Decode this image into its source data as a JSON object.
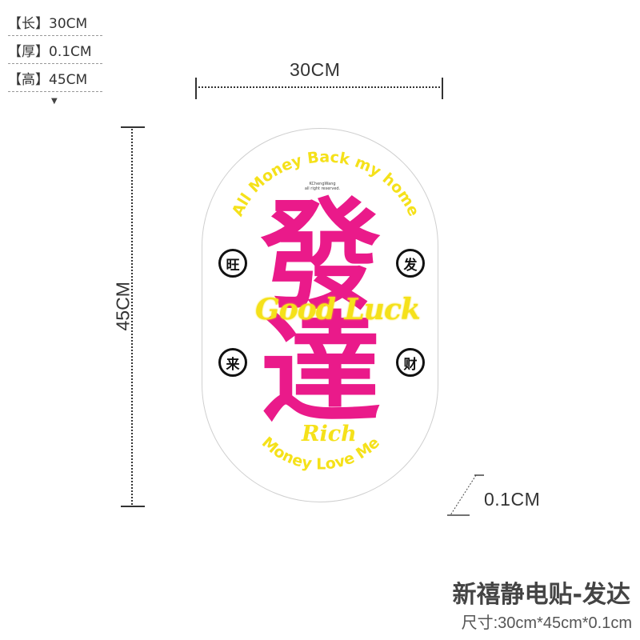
{
  "specs": [
    {
      "label": "【长】30CM"
    },
    {
      "label": "【厚】0.1CM"
    },
    {
      "label": "【高】45CM"
    }
  ],
  "spec_arrow": "▼",
  "dimensions": {
    "width": "30CM",
    "height": "45CM",
    "thickness": "0.1CM"
  },
  "sticker": {
    "top_arc": "All Money Back my home",
    "bottom_arc": "Money Love Me",
    "main_char_1": "發",
    "main_char_2": "達",
    "good_luck": "Good Luck",
    "rich": "Rich",
    "badges": {
      "top_left": "旺",
      "top_right": "发",
      "bottom_left": "来",
      "bottom_right": "财"
    },
    "copyright_line1": "KChengWang",
    "copyright_line2": "all right reserved.",
    "colors": {
      "pink": "#ea1a8a",
      "yellow": "#f5e11a",
      "black": "#111111"
    }
  },
  "product": {
    "title": "新禧静电贴-发达",
    "size": "尺寸:30cm*45cm*0.1cm"
  }
}
